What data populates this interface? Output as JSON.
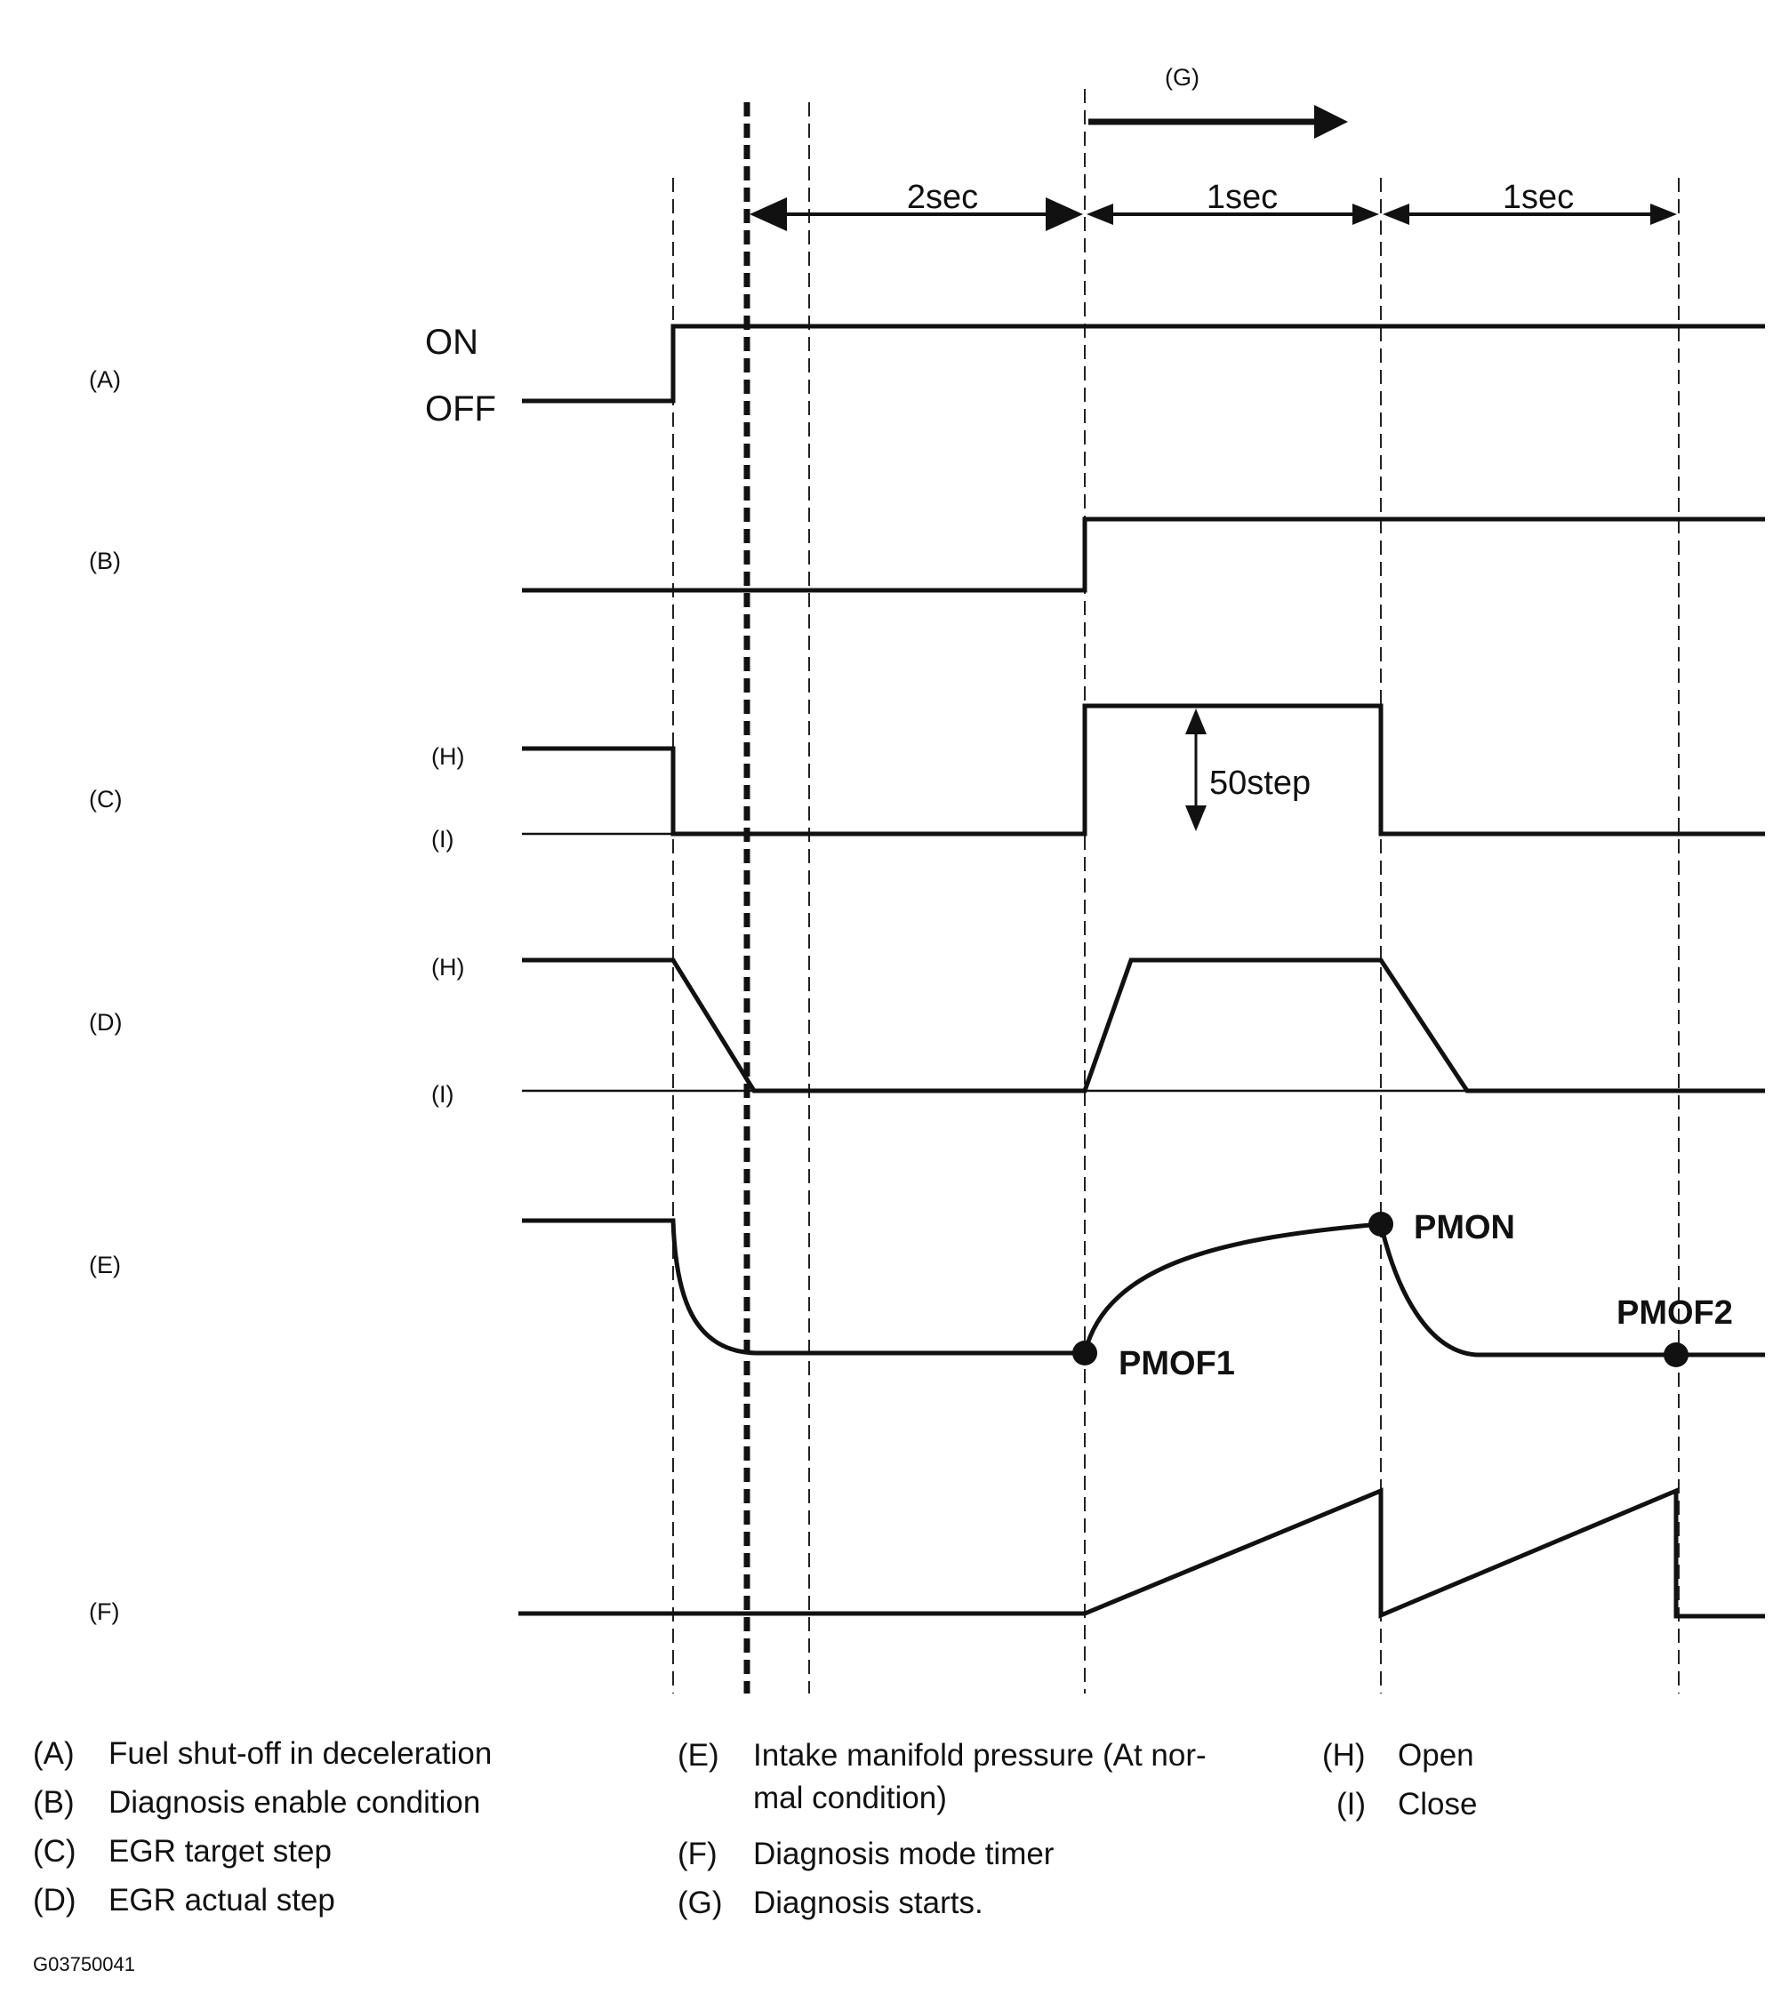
{
  "signals": [
    {
      "id": "A",
      "label": "(A)",
      "levels": {
        "high": "ON",
        "low": "OFF"
      }
    },
    {
      "id": "B",
      "label": "(B)"
    },
    {
      "id": "C",
      "label": "(C)",
      "levels": {
        "high": "(H)",
        "low": "(I)"
      },
      "annotation": "50step"
    },
    {
      "id": "D",
      "label": "(D)",
      "levels": {
        "high": "(H)",
        "low": "(I)"
      }
    },
    {
      "id": "E",
      "label": "(E)",
      "points": [
        "PMON",
        "PMOF1",
        "PMOF2"
      ]
    },
    {
      "id": "F",
      "label": "(F)"
    }
  ],
  "intervals": [
    "2sec",
    "1sec",
    "1sec"
  ],
  "start_marker": "(G)",
  "legend": {
    "col1": [
      {
        "key": "(A)",
        "text": "Fuel shut-off in deceleration"
      },
      {
        "key": "(B)",
        "text": "Diagnosis enable condition"
      },
      {
        "key": "(C)",
        "text": "EGR target step"
      },
      {
        "key": "(D)",
        "text": "EGR actual step"
      }
    ],
    "col2": [
      {
        "key": "(E)",
        "text": "Intake manifold pressure (At nor-",
        "text2": "mal condition)"
      },
      {
        "key": "(F)",
        "text": "Diagnosis mode timer"
      },
      {
        "key": "(G)",
        "text": "Diagnosis starts."
      }
    ],
    "col3": [
      {
        "key": "(H)",
        "text": "Open"
      },
      {
        "key": "(I)",
        "text": "Close"
      }
    ]
  },
  "figure_id": "G03750041"
}
